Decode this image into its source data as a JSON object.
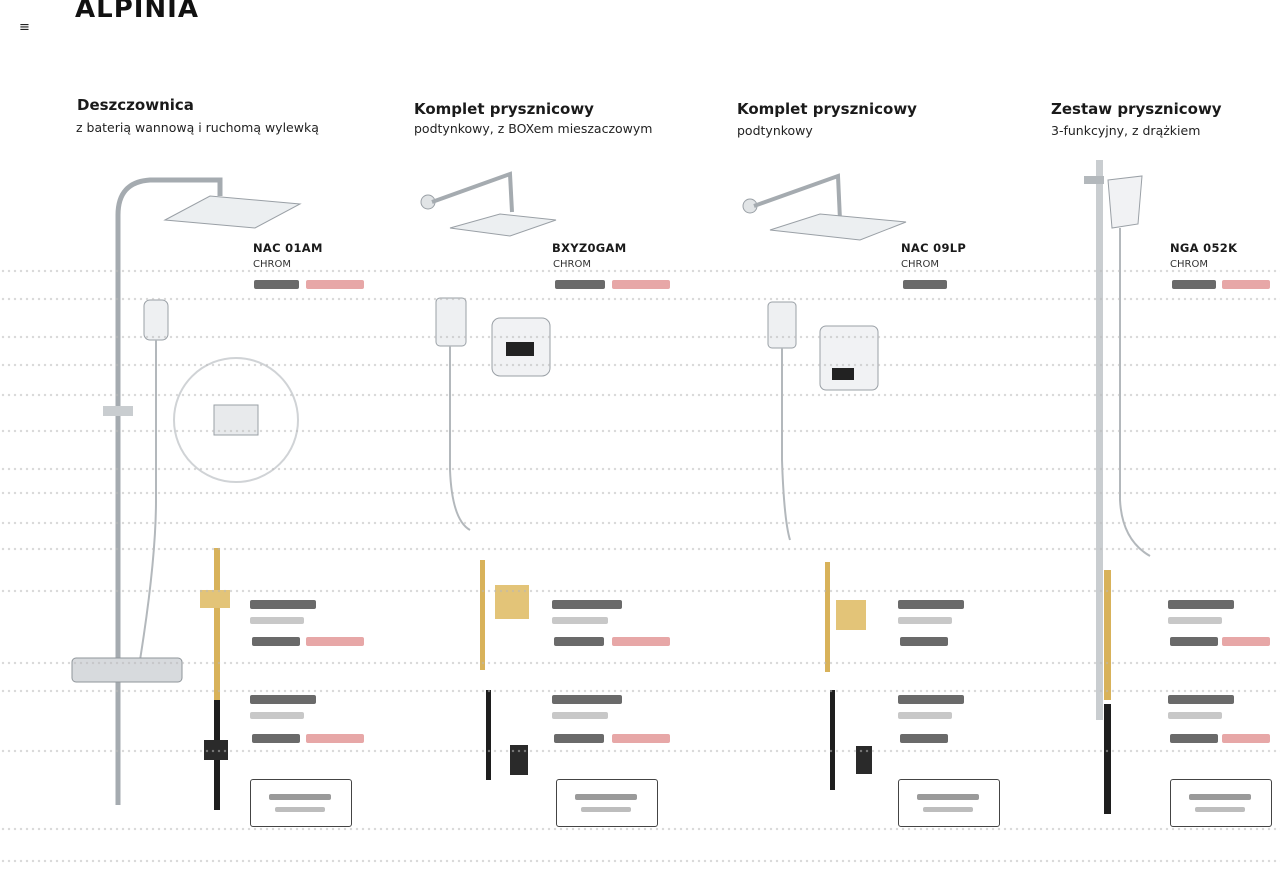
{
  "header": {
    "menu_icon": "hamburger-icon",
    "brand": "ALPINIA"
  },
  "products": [
    {
      "title": "Deszczownica",
      "subtitle": "z baterią wannową i ruchomą wylewką",
      "code": "NAC 01AM",
      "finish": "CHROM"
    },
    {
      "title": "Komplet prysznicowy",
      "subtitle": "podtynkowy, z BOXem mieszaczowym",
      "code": "BXYZ0GAM",
      "finish": "CHROM"
    },
    {
      "title": "Komplet prysznicowy",
      "subtitle": "podtynkowy",
      "code": "NAC 09LP",
      "finish": "CHROM"
    },
    {
      "title": "Zestaw prysznicowy",
      "subtitle": "3-funkcyjny, z drążkiem",
      "code": "NGA 052K",
      "finish": "CHROM"
    }
  ],
  "colors": {
    "accent_price": "#e7a7a7",
    "chrome": "#9aa0a6",
    "gold": "#d8b25a",
    "black": "#1e1e1e"
  }
}
